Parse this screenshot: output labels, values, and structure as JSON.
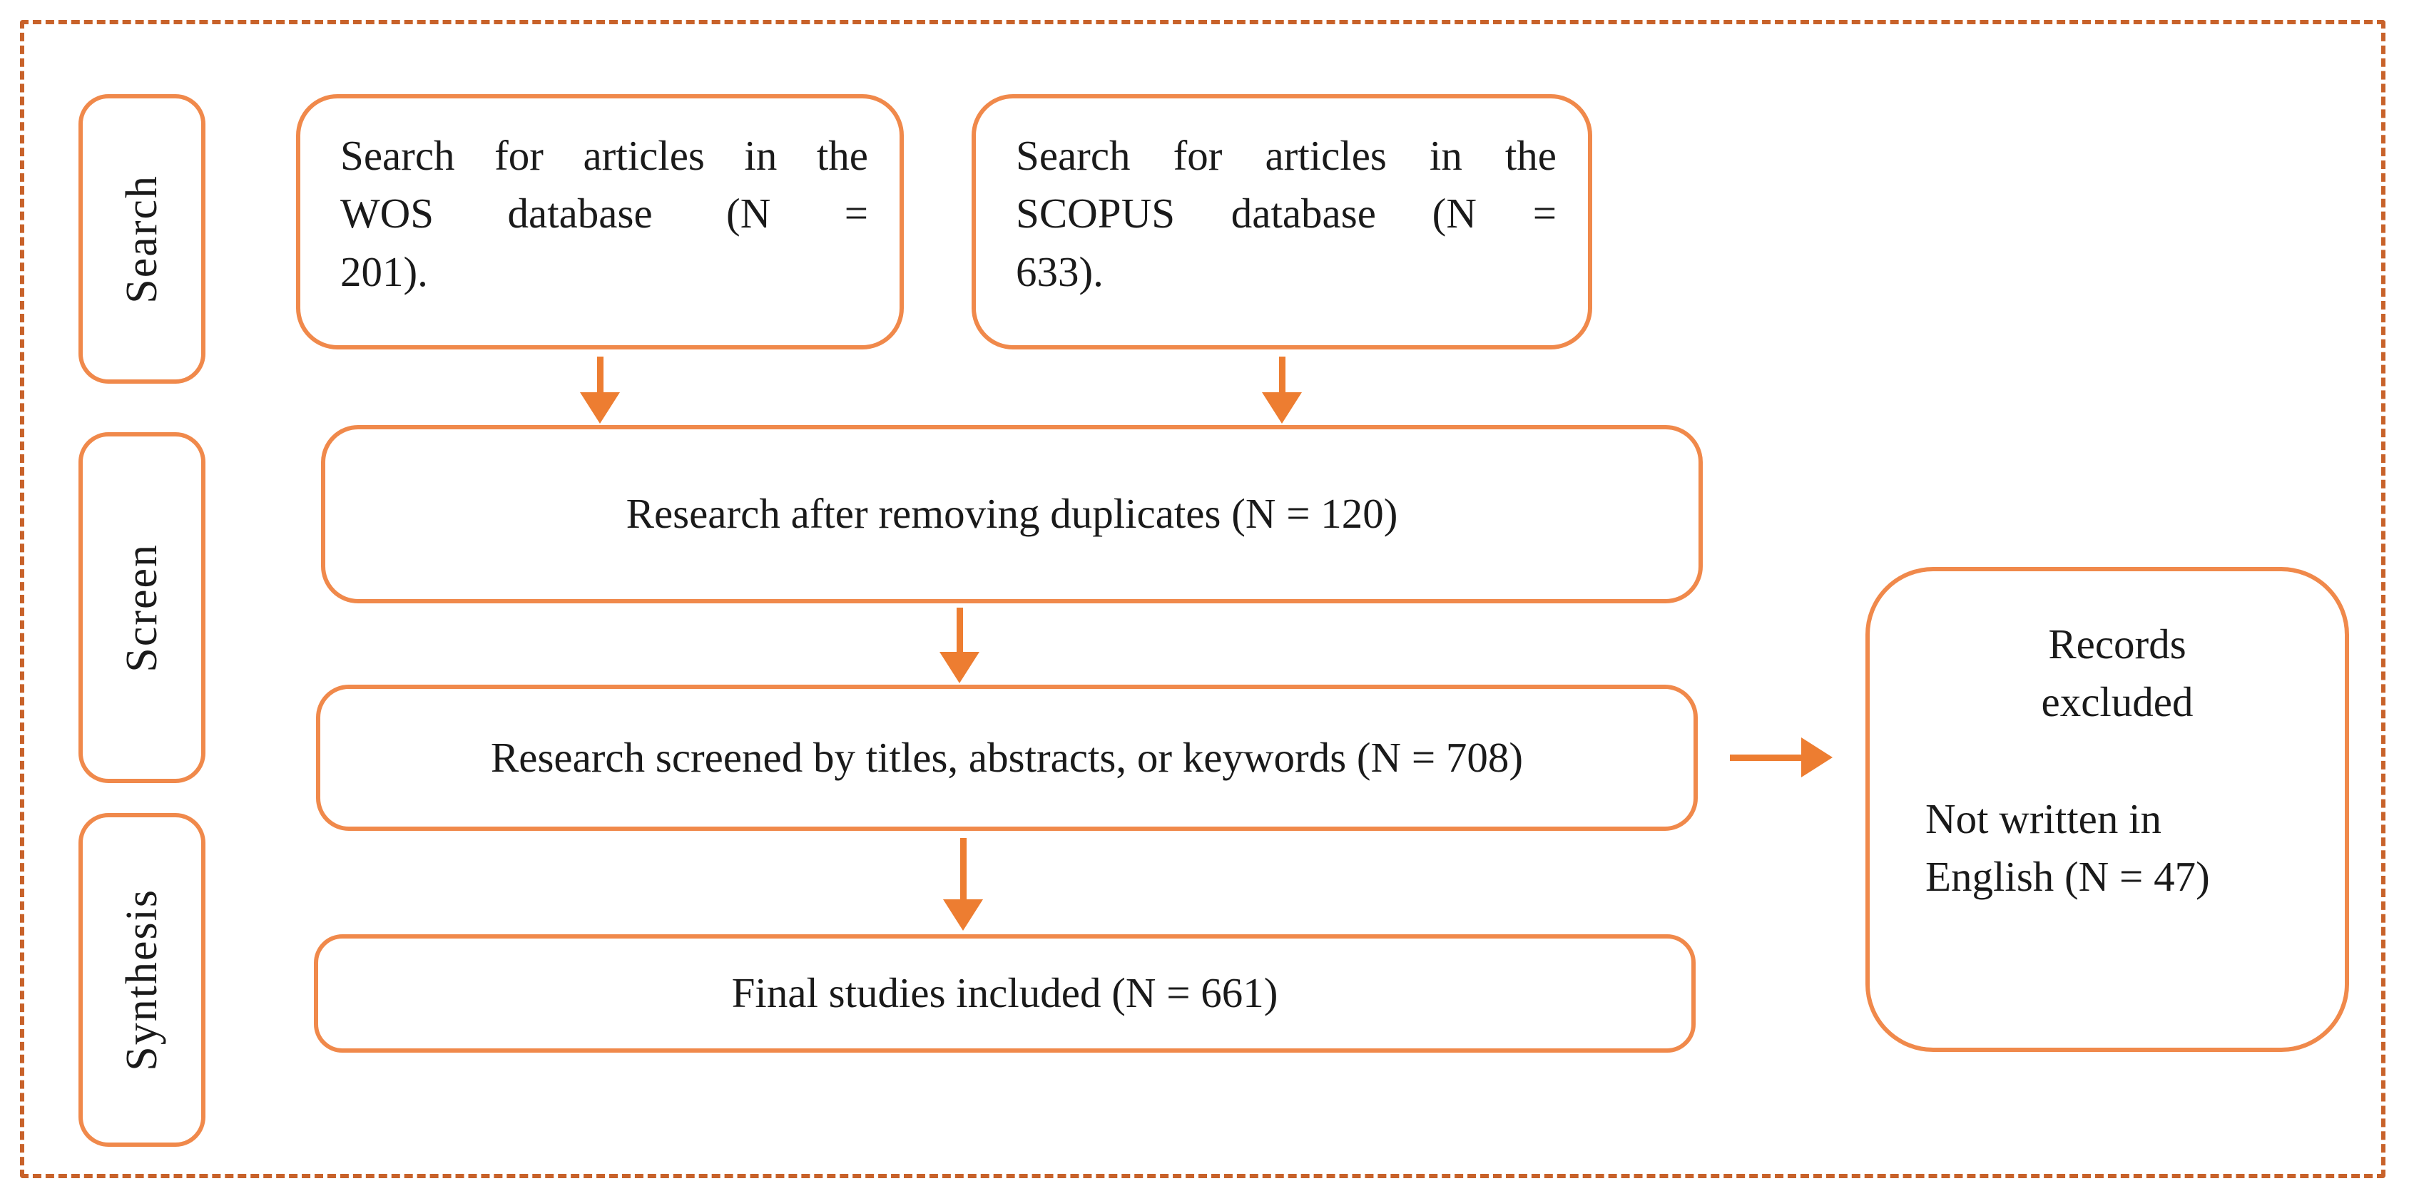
{
  "figure": {
    "background": "#ffffff",
    "colors": {
      "box_border": "#f0894b",
      "arrow": "#ed7d31",
      "outer_dashed_border": "#c8622a",
      "text": "#1a1a1a"
    },
    "stage_labels": [
      {
        "label": "Search"
      },
      {
        "label": "Screen"
      },
      {
        "label": "Synthesis"
      }
    ],
    "boxes": {
      "wos": {
        "lines": [
          "Search for articles in the",
          "WOS database (N =",
          "201)."
        ]
      },
      "scopus": {
        "lines": [
          "Search for articles in the",
          "SCOPUS database (N =",
          "633)."
        ]
      },
      "duplicates": {
        "text": "Research after removing duplicates (N = 120)"
      },
      "screened": {
        "text": "Research screened by titles, abstracts, or keywords (N = 708)"
      },
      "final": {
        "text": "Final studies included (N = 661)"
      },
      "excluded": {
        "title_lines": [
          "Records",
          "excluded"
        ],
        "reason_lines": [
          "Not written in",
          "English (N = 47)"
        ]
      }
    }
  }
}
